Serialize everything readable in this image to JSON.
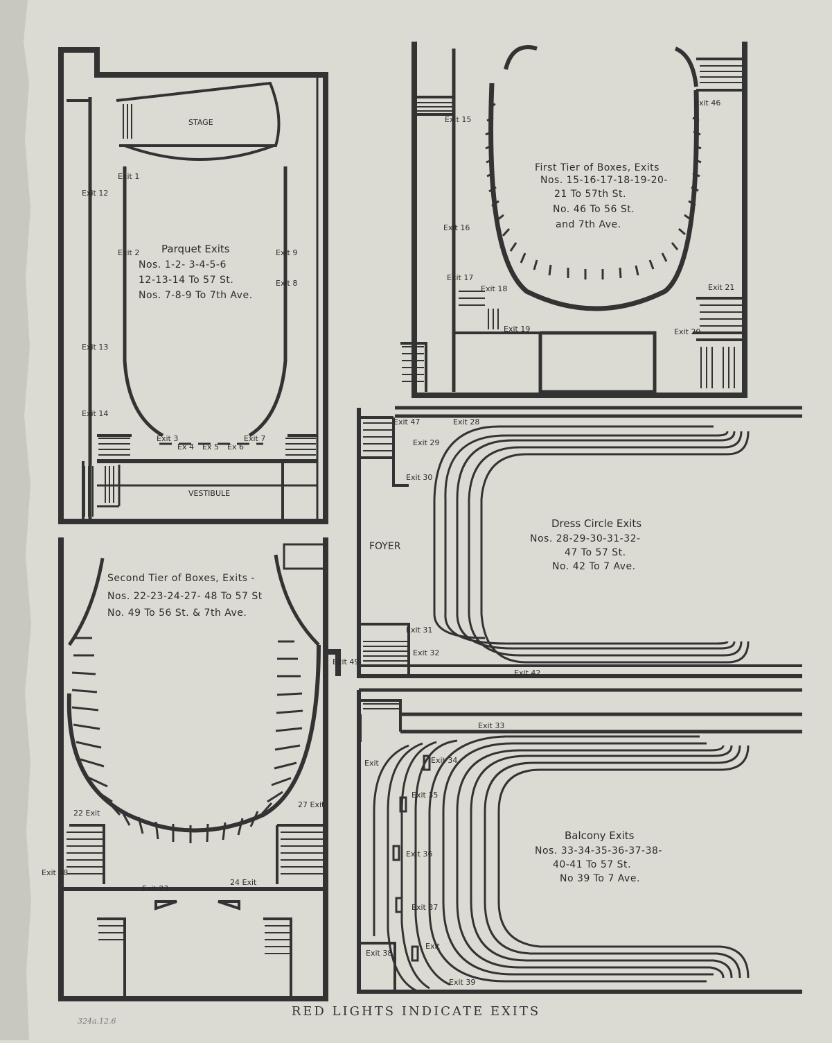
{
  "footer": "RED LIGHTS INDICATE EXITS",
  "note": "324a.12.6",
  "parquet": {
    "title": "Parquet Exits",
    "line1": "Nos. 1-2- 3-4-5-6",
    "line2": "12-13-14 To 57 St.",
    "line3": "Nos. 7-8-9 To 7th Ave.",
    "stage": "STAGE",
    "vestibule": "VESTIBULE",
    "exits": [
      "Exit 1",
      "Exit 2",
      "Exit 9",
      "Exit 8",
      "Exit 12",
      "Exit 13",
      "Exit 14",
      "Exit 3",
      "Ex 4",
      "Ex 5",
      "Ex 6",
      "Exit 7"
    ]
  },
  "first_tier": {
    "title": "First Tier of Boxes, Exits",
    "line1": "Nos. 15-16-17-18-19-20-",
    "line2": "21 To 57th St.",
    "line3": "No. 46 To 56 St.",
    "line4": "and 7th Ave.",
    "exits": [
      "Exit 15",
      "Exit 16",
      "Exit 17",
      "Exit 18",
      "Exit 19",
      "Exit 46",
      "Exit 21",
      "Exit 20"
    ]
  },
  "dress_circle": {
    "title": "Dress Circle Exits",
    "line1": "Nos. 28-29-30-31-32-",
    "line2": "47 To 57 St.",
    "line3": "No. 42 To 7 Ave.",
    "foyer": "FOYER",
    "exits": [
      "Exit 47",
      "Exit 28",
      "Exit 29",
      "Exit 30",
      "Exit 31",
      "Exit 32",
      "Exit 42"
    ]
  },
  "second_tier": {
    "title": "Second Tier of Boxes, Exits -",
    "line1": "Nos. 22-23-24-27- 48 To 57 St",
    "line2": "No. 49 To 56 St. & 7th Ave.",
    "exits": [
      "Exit 49",
      "22 Exit",
      "27 Exit",
      "Exit 48",
      "Exit 23",
      "24 Exit"
    ]
  },
  "balcony": {
    "title": "Balcony Exits",
    "line1": "Nos. 33-34-35-36-37-38-",
    "line2": "40-41 To 57 St.",
    "line3": "No 39 To 7 Ave.",
    "exits": [
      "Exit 33",
      "Exit",
      "Exit 34",
      "Exit 35",
      "Exit 36",
      "Exit 37",
      "Exit 38",
      "Exit",
      "Exit 39"
    ]
  }
}
